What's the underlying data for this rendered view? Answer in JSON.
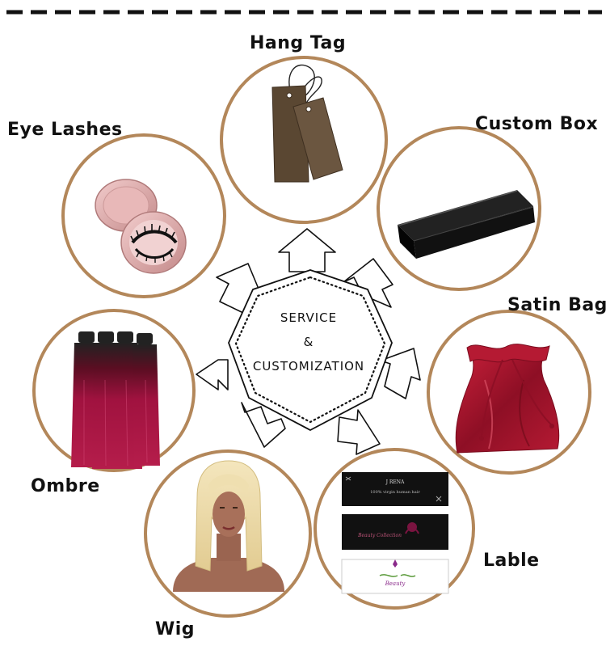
{
  "colors": {
    "ring": "#b3875a",
    "dash": "#111111",
    "box_black": "#111111",
    "satin": "#a3132b",
    "ombre": "#a0123f",
    "wig_blonde": "#eedba8",
    "mannequin": "#a06a55",
    "tag_brown": "#5a4732",
    "lash_pink": "#d9a6a6"
  },
  "center": {
    "line1": "SERVICE",
    "line2": "&",
    "line3": "CUSTOMIZATION"
  },
  "items": {
    "hang_tag": {
      "label": "Hang Tag",
      "icon": "hang-tag-illustration"
    },
    "custom_box": {
      "label": "Custom Box",
      "icon": "black-box-illustration"
    },
    "satin_bag": {
      "label": "Satin Bag",
      "icon": "satin-bag-illustration"
    },
    "lable": {
      "label": "Lable",
      "icon": "label-cards-illustration",
      "card1_title": "J RENA",
      "card1_sub": "100% virgin human hair",
      "card2_text": "Beauty Collection",
      "card3_text": "Beauty"
    },
    "wig": {
      "label": "Wig",
      "icon": "wig-mannequin-illustration"
    },
    "ombre": {
      "label": "Ombre",
      "icon": "ombre-bundles-illustration"
    },
    "eye_lashes": {
      "label": "Eye Lashes",
      "icon": "lash-case-illustration"
    }
  }
}
